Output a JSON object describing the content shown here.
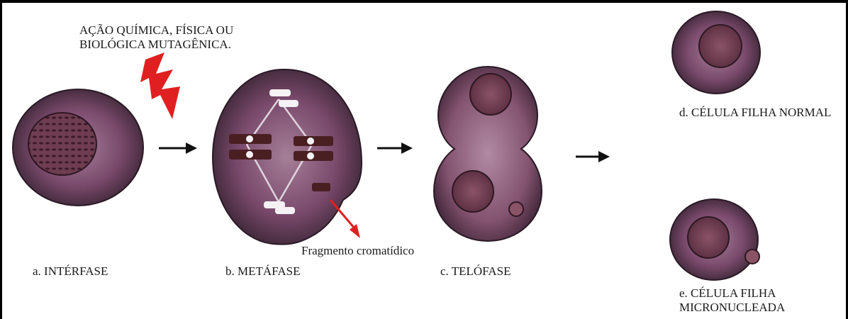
{
  "agent": {
    "line1": "AÇÃO QUÍMICA, FÍSICA OU",
    "line2": "BIOLÓGICA MUTAGÊNICA."
  },
  "stages": {
    "a": "a. INTÉRFASE",
    "b": "b. METÁFASE",
    "c": "c. TELÓFASE",
    "d": "d. CÉLULA FILHA NORMAL",
    "e_line1": "e. CÉLULA FILHA",
    "e_line2": "MICRONUCLEADA"
  },
  "fragment_label": "Fragmento cromatídico",
  "colors": {
    "cell_dark": "#3a2534",
    "cell_mid": "#7a4a6c",
    "cell_light": "#a57f98",
    "nucleus": "#6e3d50",
    "chromosome": "#4a1f22",
    "lightning": "#e02020",
    "pointer_arrow": "#e02020",
    "flow_arrow": "#111111"
  }
}
